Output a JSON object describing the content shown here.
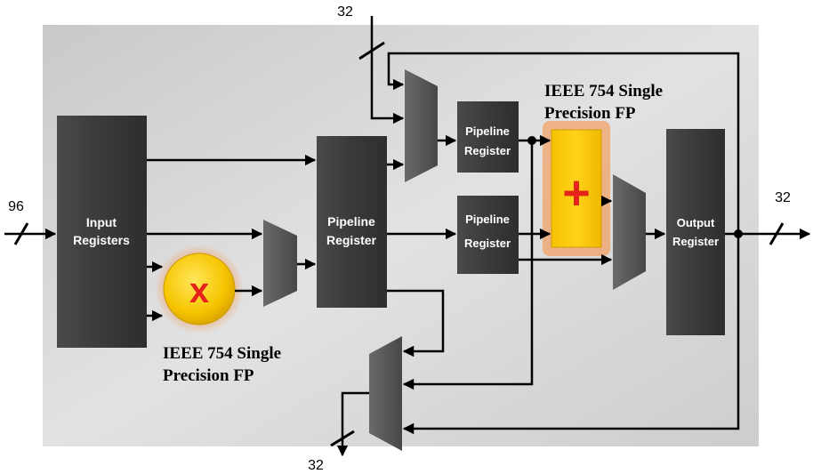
{
  "bus_widths": {
    "input": "96",
    "top": "32",
    "output": "32",
    "bottom": "32"
  },
  "blocks": {
    "input_registers": [
      "Input",
      "Registers"
    ],
    "pipeline_register_main": [
      "Pipeline",
      "Register"
    ],
    "pipeline_register_top": [
      "Pipeline",
      "Register"
    ],
    "pipeline_register_mid": [
      "Pipeline",
      "Register"
    ],
    "output_register": [
      "Output",
      "Register"
    ]
  },
  "operators": {
    "multiplier_symbol": "x",
    "adder_symbol": "+"
  },
  "annotations": {
    "multiplier_caption": [
      "IEEE 754 Single",
      "Precision FP"
    ],
    "adder_caption": [
      "IEEE 754 Single",
      "Precision FP"
    ]
  },
  "colors": {
    "panel": "#d4d4d4",
    "block": "#3d3d3d",
    "block_text": "#ffffff",
    "mux": "#5a5a5a",
    "multiplier_fill": "#f7c600",
    "adder_fill": "#f9c800",
    "operator_symbol": "#e4231b",
    "wire": "#000000"
  }
}
